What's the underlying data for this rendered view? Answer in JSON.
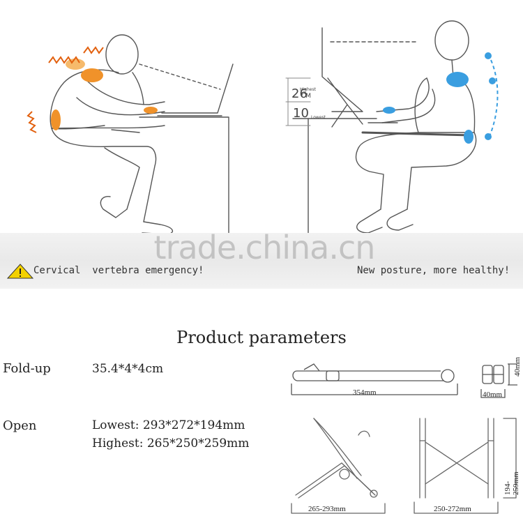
{
  "banner": {
    "left_caption": "Cervical  vertebra emergency!",
    "right_caption": "New posture, more healthy!",
    "watermark": "trade.china.cn"
  },
  "stand_labels": {
    "height_high_value": "26",
    "height_high_unit": "CM",
    "height_high_tag": "Highest",
    "height_low_value": "10",
    "height_low_tag": "Lowest"
  },
  "parameters": {
    "title": "Product parameters",
    "fold_up": {
      "label": "Fold-up",
      "value": "35.4*4*4cm",
      "length_dim": "354mm",
      "width_dim": "40mm",
      "height_dim": "40mm"
    },
    "open": {
      "label": "Open",
      "lowest": "Lowest: 293*272*194mm",
      "highest": "Highest: 265*250*259mm",
      "side_dim": "265-293mm",
      "front_width_dim": "250-272mm",
      "front_height_dim": "194-259mm"
    }
  },
  "colors": {
    "pain": "#f0922a",
    "pain_dark": "#e2600e",
    "relief": "#3a9ee0",
    "line": "#555555",
    "warning": "#f3d100"
  }
}
